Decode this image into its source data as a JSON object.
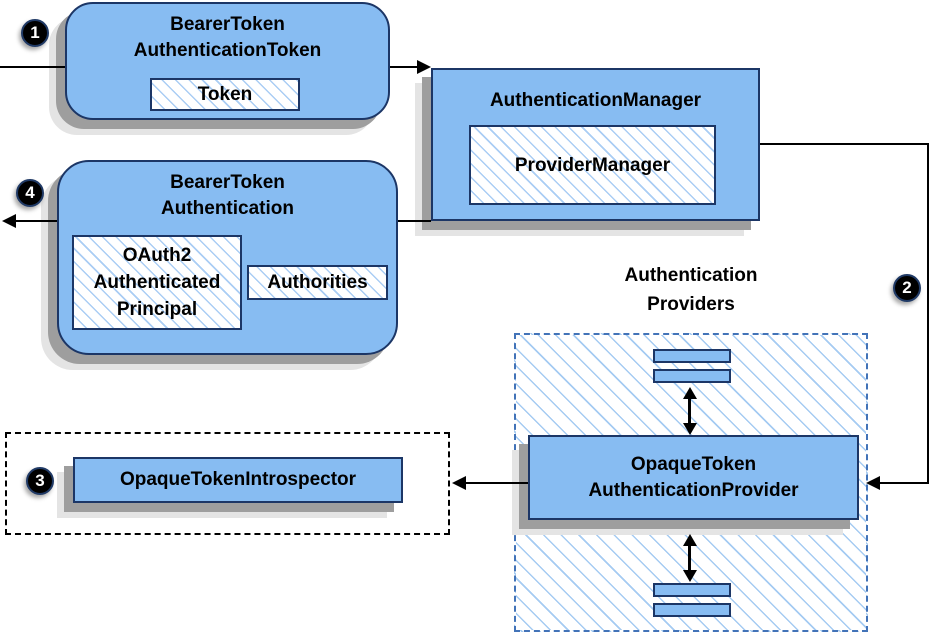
{
  "colors": {
    "node_fill": "#87BCF2",
    "node_border": "#1C3666",
    "hatch_line": "#AACDF4",
    "group_dashed_border": "#4273B8",
    "introspector_dashed_border": "#000000",
    "connector": "#000000",
    "badge_bg": "#000000",
    "badge_text": "#FFFFFF",
    "shadow_dark": "#9E9E9E",
    "shadow_light": "#E4E4E4"
  },
  "steps": {
    "s1": "1",
    "s2": "2",
    "s3": "3",
    "s4": "4"
  },
  "nodes": {
    "bearer_token_authentication_token": {
      "title": "BearerToken\nAuthenticationToken",
      "token": "Token"
    },
    "authentication_manager": {
      "title": "AuthenticationManager",
      "provider_manager": "ProviderManager"
    },
    "bearer_token_authentication": {
      "title": "BearerToken\nAuthentication",
      "principal": "OAuth2\nAuthenticated\nPrincipal",
      "authorities": "Authorities"
    },
    "providers_group": {
      "label": "Authentication\nProviders",
      "provider": "OpaqueToken\nAuthenticationProvider"
    },
    "introspector": {
      "title": "OpaqueTokenIntrospector"
    }
  }
}
